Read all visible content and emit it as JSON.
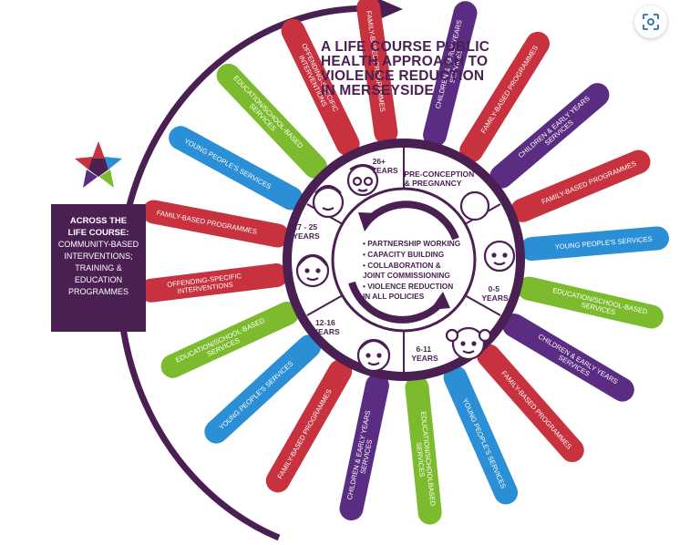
{
  "title_lines": [
    "A LIFE COURSE PUBLIC",
    "HEALTH APPROACH TO",
    "VIOLENCE REDUCTION",
    "IN MERSEYSIDE"
  ],
  "side_box": {
    "heading_lines": [
      "ACROSS THE",
      "LIFE COURSE:"
    ],
    "body_lines": [
      "COMMUNITY-BASED",
      "INTERVENTIONS;",
      "TRAINING &",
      "EDUCATION",
      "PROGRAMMES"
    ]
  },
  "stages": {
    "s26": [
      "26+",
      "YEARS"
    ],
    "s1725": [
      "17 - 25",
      "YEARS"
    ],
    "s1216": [
      "12-16",
      "YEARS"
    ],
    "s611": [
      "6-11",
      "YEARS"
    ],
    "s05": [
      "0-5",
      "YEARS"
    ],
    "preconception": [
      "PRE-CONCEPTION",
      "& PREGNANCY"
    ]
  },
  "centre_items": [
    [
      "• PARTNERSHIP WORKING"
    ],
    [
      "• CAPACITY BUILDING"
    ],
    [
      "• COLLABORATION &",
      "  JOINT COMMISSIONING"
    ],
    [
      "• VIOLENCE REDUCTION",
      "  IN ALL POLICIES"
    ]
  ],
  "spokes": [
    {
      "lines": [
        "CHILDREN & EARLY YEARS",
        "SERVICES"
      ],
      "color": "#5a2d82"
    },
    {
      "lines": [
        "FAMILY-BASED PROGRAMMES"
      ],
      "color": "#c8313e"
    },
    {
      "lines": [
        "CHILDREN & EARLY YEARS",
        "SERVICES"
      ],
      "color": "#5a2d82"
    },
    {
      "lines": [
        "FAMILY-BASED PROGRAMMES"
      ],
      "color": "#c8313e"
    },
    {
      "lines": [
        "YOUNG PEOPLE'S SERVICES"
      ],
      "color": "#2a8fd4"
    },
    {
      "lines": [
        "EDUCATION/SCHOOL-BASED",
        "SERVICES"
      ],
      "color": "#7dbb2e"
    },
    {
      "lines": [
        "CHILDREN & EARLY YEARS",
        "SERVICES"
      ],
      "color": "#5a2d82"
    },
    {
      "lines": [
        "FAMILY-BASED PROGRAMMES"
      ],
      "color": "#c8313e"
    },
    {
      "lines": [
        "YOUNG PEOPLE'S SERVICES"
      ],
      "color": "#2a8fd4"
    },
    {
      "lines": [
        "EDUCATION/SCHOOLBASED",
        "SERVICES"
      ],
      "color": "#7dbb2e"
    },
    {
      "lines": [
        "CHILDREN & EARLY YEARS",
        "SERVICES"
      ],
      "color": "#5a2d82"
    },
    {
      "lines": [
        "FAMILY-BASED PROGRAMMES"
      ],
      "color": "#c8313e"
    },
    {
      "lines": [
        "YOUNG PEOPLE'S SERVICES"
      ],
      "color": "#2a8fd4"
    },
    {
      "lines": [
        "EDUCATION/SCHOOL-BASED",
        "SERVICES"
      ],
      "color": "#7dbb2e"
    },
    {
      "lines": [
        "OFFENDING-SPECIFIC",
        "INTERVENTIONS"
      ],
      "color": "#c8313e"
    },
    {
      "lines": [
        "FAMILY-BASED PROGRAMMES"
      ],
      "color": "#c8313e"
    },
    {
      "lines": [
        "YOUNG PEOPLE'S SERVICES"
      ],
      "color": "#2a8fd4"
    },
    {
      "lines": [
        "EDUCATION/SCHOOL-BASED",
        "SERVICES"
      ],
      "color": "#7dbb2e"
    },
    {
      "lines": [
        "OFFENDING-SPECIFIC",
        "INTERVENTIONS"
      ],
      "color": "#c8313e"
    },
    {
      "lines": [
        "FAMILY-BASED PROGRAMMES"
      ],
      "color": "#c8313e"
    }
  ],
  "colors": {
    "purple": "#4a1f52",
    "red": "#c8313e",
    "blue": "#2a8fd4",
    "green": "#7dbb2e",
    "violet": "#5a2d82"
  },
  "icons": [
    "logo-star-icon",
    "scan-icon",
    "baby-face-icon",
    "child-face-icon",
    "teen-face-icon",
    "young-adult-face-icon",
    "adult-couple-icon"
  ]
}
